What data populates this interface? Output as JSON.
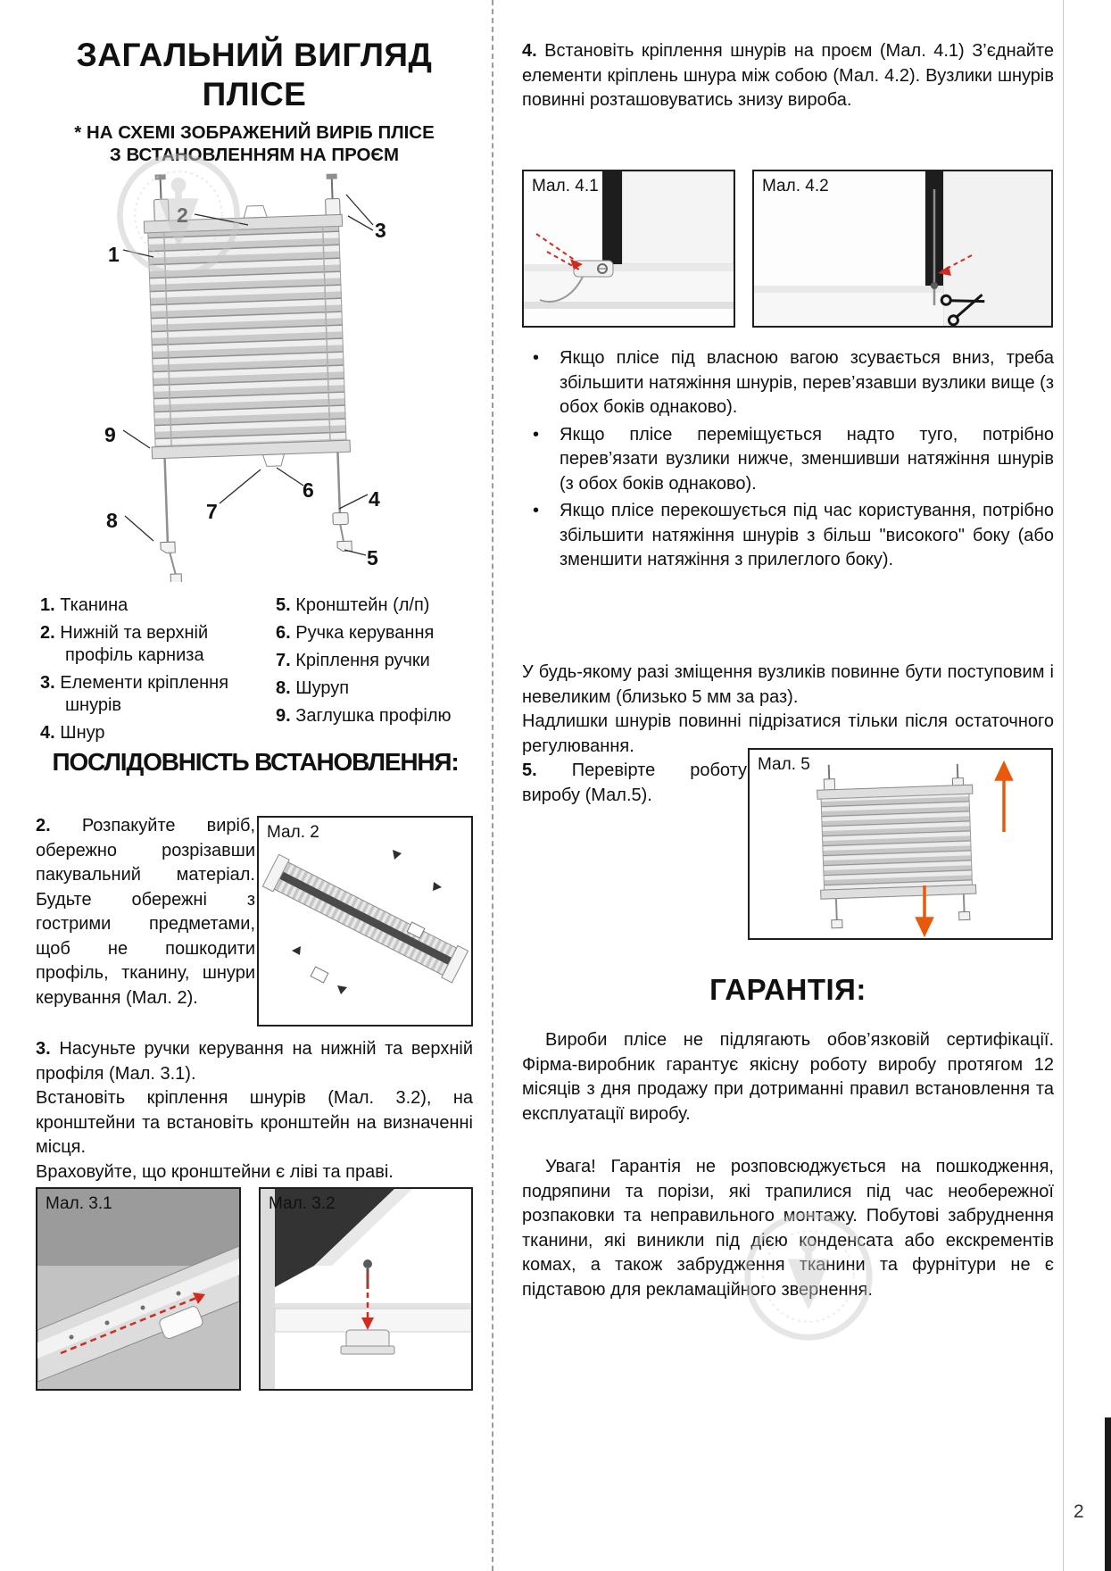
{
  "page": {
    "number": "2"
  },
  "left": {
    "title": {
      "line1": "ЗАГАЛЬНИЙ ВИГЛЯД",
      "line2": "ПЛІСЕ"
    },
    "subtitle": {
      "line1": "* НА СХЕМІ ЗОБРАЖЕНИЙ ВИРІБ ПЛІСЕ",
      "line2": "З ВСТАНОВЛЕННЯМ НА ПРОЄМ"
    },
    "diagram": {
      "callouts": [
        "1",
        "2",
        "3",
        "4",
        "5",
        "6",
        "7",
        "8",
        "9"
      ]
    },
    "legend": {
      "col1": [
        {
          "num": "1.",
          "text": "Тканина"
        },
        {
          "num": "2.",
          "text": "Нижній та верхній профіль карниза"
        },
        {
          "num": "3.",
          "text": "Елементи кріплення шнурів"
        },
        {
          "num": "4.",
          "text": "Шнур"
        }
      ],
      "col2": [
        {
          "num": "5.",
          "text": "Кронштейн (л/п)"
        },
        {
          "num": "6.",
          "text": "Ручка керування"
        },
        {
          "num": "7.",
          "text": "Кріплення ручки"
        },
        {
          "num": "8.",
          "text": "Шуруп"
        },
        {
          "num": "9.",
          "text": "Заглушка профілю"
        }
      ]
    },
    "install_heading": "ПОСЛІДОВНІСТЬ ВСТАНОВЛЕННЯ:",
    "step2": {
      "num": "2.",
      "text": "Розпакуйте виріб, обережно розрізавши пакувальний матеріал. Будьте обережні з гострими предметами, щоб не пошкодити профіль, тканину, шнури керування (Мал. 2)."
    },
    "fig2": {
      "label": "Мал. 2"
    },
    "step3": {
      "num": "3.",
      "line1": "Насуньте ручки керування на нижній та верхній профіля (Мал. 3.1).",
      "line2": "Встановіть кріплення шнурів (Мал. 3.2), на кронштейни та встановіть кронштейн на визначенні місця.",
      "line3": "Враховуйте, що кронштейни є ліві та праві."
    },
    "fig31": {
      "label": "Мал. 3.1"
    },
    "fig32": {
      "label": "Мал. 3.2"
    }
  },
  "right": {
    "step4": {
      "num": "4.",
      "text": "Встановіть кріплення шнурів на проєм (Мал. 4.1) З’єднайте елементи кріплень шнура між собою (Мал. 4.2). Вузлики шнурів повинні розташовуватись знизу вироба."
    },
    "fig41": {
      "label": "Мал. 4.1"
    },
    "fig42": {
      "label": "Мал. 4.2"
    },
    "bullet_char": "•",
    "bullets": [
      "Якщо плісе під власною вагою зсувається вниз, треба збільшити натяжіння шнурів, перев’язавши вузлики вище (з обох боків однаково).",
      "Якщо плісе переміщується надто туго, потрібно перев’язати вузлики нижче, зменшивши натяжіння шнурів (з обох боків однаково).",
      "Якщо плісе перекошується під час користування, потрібно збільшити натяжіння шнурів з більш \"високого\" боку (або зменшити натяжіння з прилеглого боку)."
    ],
    "note": {
      "line1": "У будь-якому разі зміщення вузликів повинне бути поступовим і невеликим (близько 5 мм за раз).",
      "line2": "Надлишки шнурів повинні підрізатися тільки після остаточного регулювання."
    },
    "step5": {
      "num": "5.",
      "text": "Перевірте роботу виробу (Мал.5)."
    },
    "fig5": {
      "label": "Мал. 5"
    },
    "warranty": {
      "heading": "ГАРАНТІЯ:",
      "p1": "Вироби плісе не підлягають обов’язковій сертифікації. Фірма-виробник гарантує якісну роботу виробу протягом 12 місяців з дня продажу при дотриманні правил встановлення та експлуатації виробу.",
      "p2": "Увага! Гарантія не розповсюджується на пошкодження, подряпини та порізи, які трапилися під час необережної розпаковки та неправильного монтажу. Побутові забруднення тканини, які виникли під дією конденсата або екскрементів комах, а також забрудження тканини та фурнітури не є підставою для рекламаційного звернення."
    }
  }
}
